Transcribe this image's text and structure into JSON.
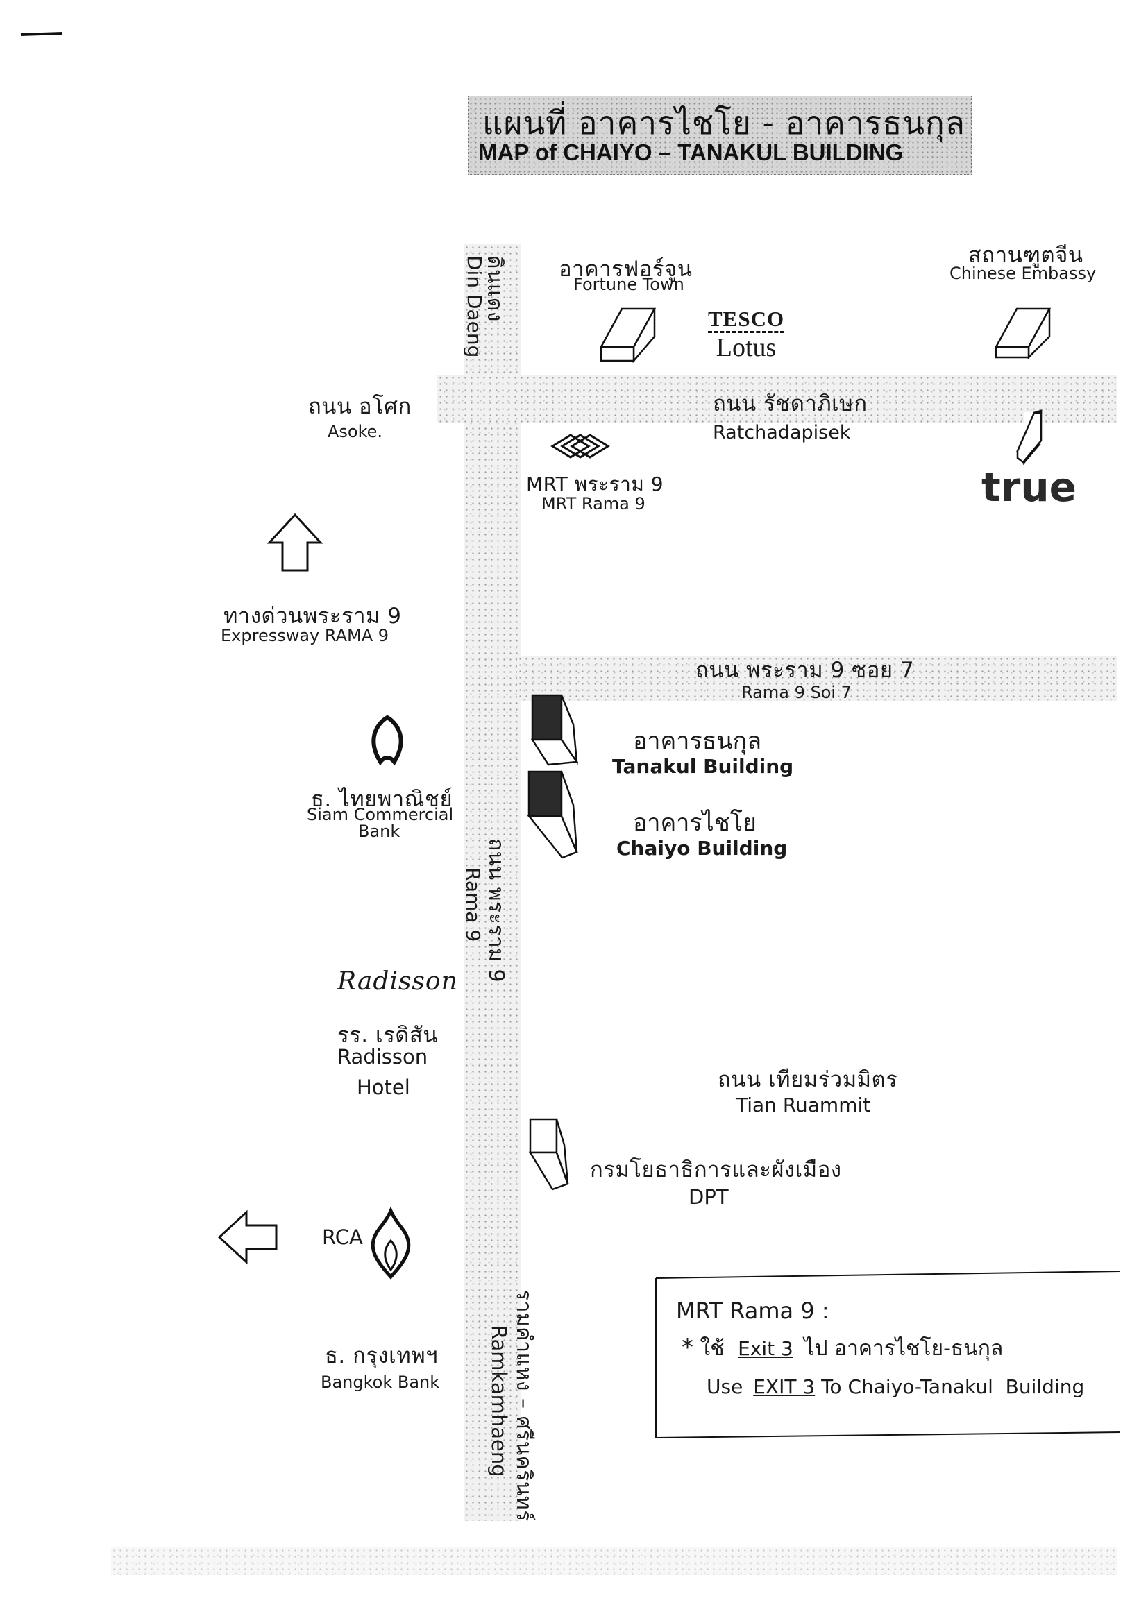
{
  "title": {
    "thai": "แผนที่ อาคารไชโย - อาคารธนกุล",
    "english": "MAP of CHAIYO – TANAKUL BUILDING"
  },
  "roads": {
    "din_daeng": {
      "thai": "ดินแดง",
      "english": "Din Daeng"
    },
    "ratchadapisek": {
      "thai": "ถนน รัชดาภิเษก",
      "english": "Ratchadapisek"
    },
    "asoke": {
      "thai": "ถนน อโศก",
      "english": "Asoke."
    },
    "rama9_soi7": {
      "thai": "ถนน พระราม 9 ซอย 7",
      "english": "Rama 9 Soi 7"
    },
    "rama9": {
      "thai": "ถนน พระราม 9",
      "english": "Rama 9"
    },
    "tian_ruammit": {
      "thai": "ถนน เทียมร่วมมิตร",
      "english": "Tian Ruammit"
    },
    "ramkhamhaeng": {
      "thai": "รามคำแหง – ศรีนครินทร์",
      "english": "Ramkamhaeng"
    },
    "expressway": {
      "thai": "ทางด่วนพระราม 9",
      "english": "Expressway RAMA 9"
    },
    "rca": {
      "english": "RCA"
    }
  },
  "landmarks": {
    "fortune_town": {
      "thai": "อาคารฟอร์จูน",
      "english": "Fortune Town"
    },
    "chinese_embassy": {
      "thai": "สถานฑูตจีน",
      "english": "Chinese Embassy"
    },
    "tesco_lotus": {
      "line1": "TESCO",
      "line2": "Lotus"
    },
    "true_logo": "true",
    "mrt_rama9": {
      "thai": "MRT พระราม 9",
      "english": "MRT Rama 9"
    },
    "scb": {
      "thai": "ธ. ไทยพาณิชย์",
      "english_line1": "Siam Commercial",
      "english_line2": "Bank"
    },
    "radisson": {
      "logo": "Radisson",
      "thai": "รร. เรดิสัน",
      "english_line1": "Radisson",
      "english_line2": "Hotel"
    },
    "dpt": {
      "thai": "กรมโยธาธิการและผังเมือง",
      "english": "DPT"
    },
    "bangkok_bank": {
      "thai": "ธ. กรุงเทพฯ",
      "english": "Bangkok Bank"
    },
    "tanakul": {
      "thai": "อาคารธนกุล",
      "english": "Tanakul Building"
    },
    "chaiyo": {
      "thai": "อาคารไชโย",
      "english": "Chaiyo Building"
    }
  },
  "info_box": {
    "heading": "MRT Rama 9 :",
    "thai_bullet": "*",
    "thai_use": "ใช้",
    "thai_exit": "Exit 3",
    "thai_rest": "ไป อาคารไชโย-ธนกุล",
    "en_use": "Use",
    "en_exit": "EXIT 3",
    "en_rest": "To Chaiyo-Tanakul  Building"
  },
  "colors": {
    "ink": "#1a1a1a",
    "road_fill": "#f1f1f1",
    "title_bg": "#d6d6d6",
    "building_fill": "#2b2b2b"
  }
}
